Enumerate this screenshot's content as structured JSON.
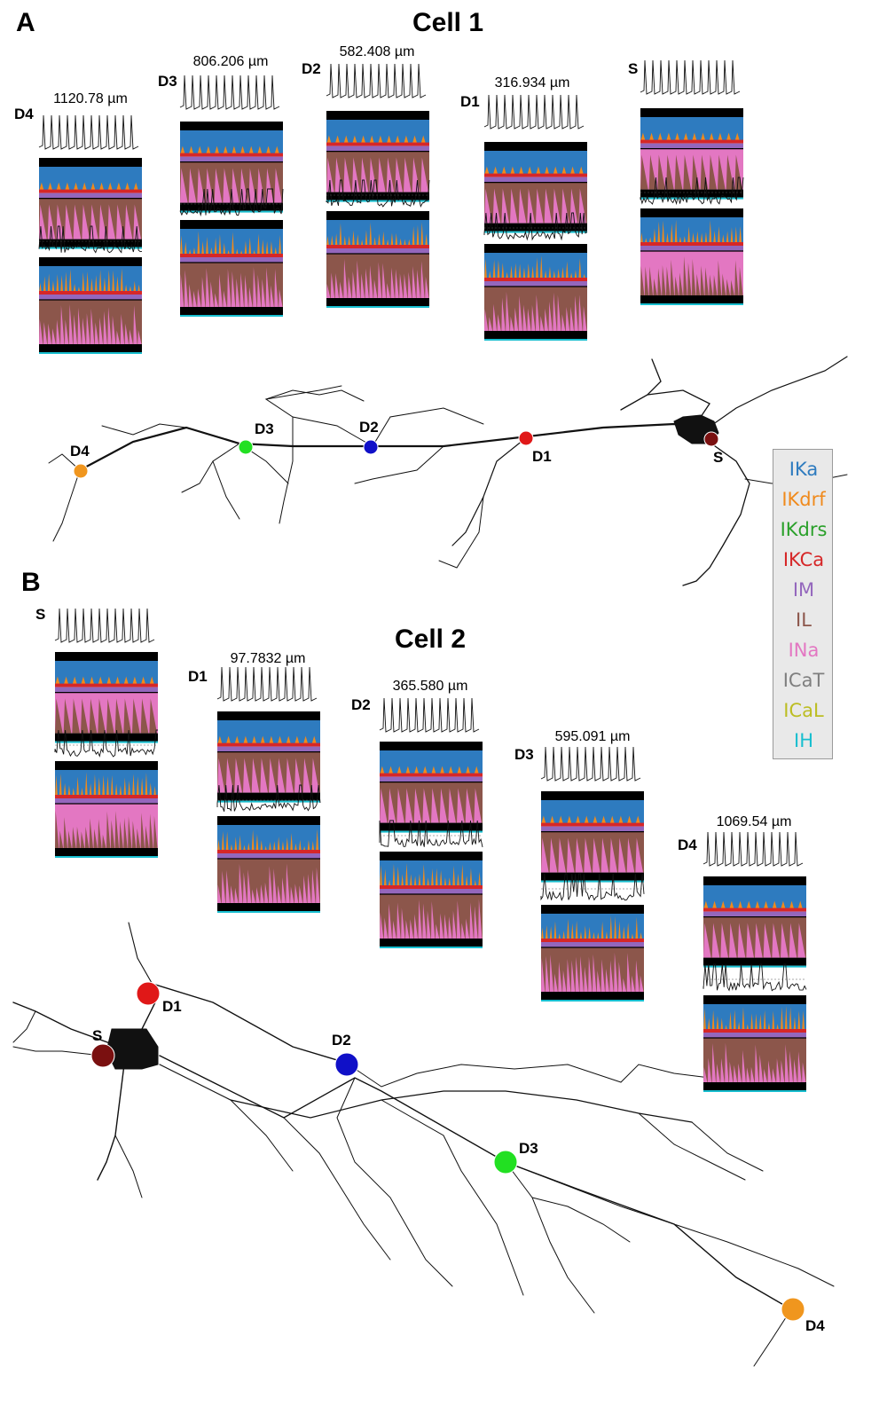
{
  "panels": [
    {
      "letter": "A",
      "title": "Cell 1",
      "sites": [
        {
          "label": "D4",
          "distance": "1120.78 µm",
          "color": "#f0961e"
        },
        {
          "label": "D3",
          "distance": "806.206 µm",
          "color": "#22e022"
        },
        {
          "label": "D2",
          "distance": "582.408 µm",
          "color": "#1010c8"
        },
        {
          "label": "D1",
          "distance": "316.934 µm",
          "color": "#e01818"
        },
        {
          "label": "S",
          "distance": "",
          "color": "#7a1010"
        }
      ]
    },
    {
      "letter": "B",
      "title": "Cell 2",
      "sites": [
        {
          "label": "S",
          "distance": "",
          "color": "#7a1010"
        },
        {
          "label": "D1",
          "distance": "97.7832 µm",
          "color": "#e01818"
        },
        {
          "label": "D2",
          "distance": "365.580 µm",
          "color": "#1010c8"
        },
        {
          "label": "D3",
          "distance": "595.091 µm",
          "color": "#22e022"
        },
        {
          "label": "D4",
          "distance": "1069.54 µm",
          "color": "#f0961e"
        }
      ]
    }
  ],
  "legend": [
    {
      "name": "IKa",
      "color": "#2e7bbf"
    },
    {
      "name": "IKdrf",
      "color": "#f08a1c"
    },
    {
      "name": "IKdrs",
      "color": "#2aa02a"
    },
    {
      "name": "IKCa",
      "color": "#d62728"
    },
    {
      "name": "IM",
      "color": "#9467bd"
    },
    {
      "name": "IL",
      "color": "#8c564b"
    },
    {
      "name": "INa",
      "color": "#e377c2"
    },
    {
      "name": "ICaT",
      "color": "#7f7f7f"
    },
    {
      "name": "ICaL",
      "color": "#bcbd22"
    },
    {
      "name": "IH",
      "color": "#17becf"
    }
  ]
}
